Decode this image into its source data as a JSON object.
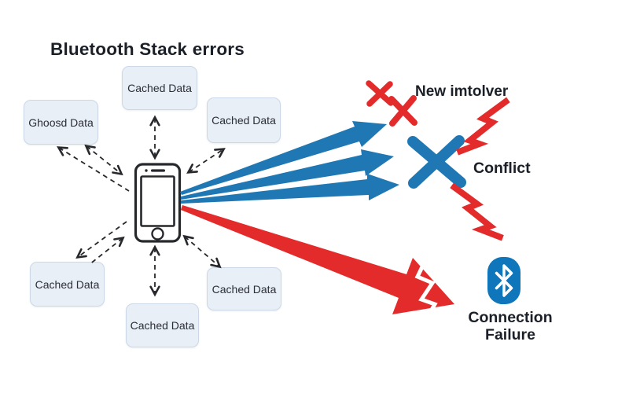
{
  "title": "Bluetooth Stack errors",
  "nodes": {
    "top_center": "Cached Data",
    "top_right": "Cached Data",
    "left": "Ghoosd Data",
    "bottom_left": "Cached Data",
    "bottom_center": "Cached Data",
    "bottom_right": "Cached Data"
  },
  "labels": {
    "new_resolver": "New imtolver",
    "conflict": "Conflict",
    "connection_failure": "Connection Failure"
  },
  "icons": {
    "center": "smartphone-icon",
    "failure": "bluetooth-icon",
    "crosses": "red-x-icon / blue-x-icon",
    "bolts": "lightning-bolt-icon"
  },
  "colors": {
    "blue": "#1f78b4",
    "red": "#e32b2b",
    "bluetooth-blue": "#0f76bb",
    "node-fill": "#e9eff7",
    "node-border": "#ccd8e6",
    "ink": "#26282c",
    "text": "#1b1f27"
  }
}
